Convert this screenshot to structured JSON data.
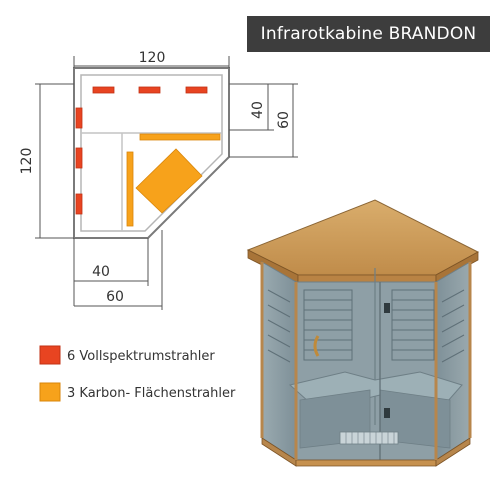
{
  "title": "Infrarotkabine BRANDON",
  "dimensions": {
    "top_width": "120",
    "left_height": "120",
    "right_small": "40",
    "right_large": "60",
    "bottom_small": "40",
    "bottom_large": "60"
  },
  "legend": [
    {
      "label": "6 Vollspektrumstrahler",
      "color": "#e84421"
    },
    {
      "label": "3 Karbon- Flächenstrahler",
      "color": "#f7a21b"
    }
  ],
  "colors": {
    "outline": "#7a7a7a",
    "dim_line": "#555555",
    "wood_top": "#c89a5a",
    "glass": "#8c9ea6",
    "frame": "#b7864c"
  }
}
